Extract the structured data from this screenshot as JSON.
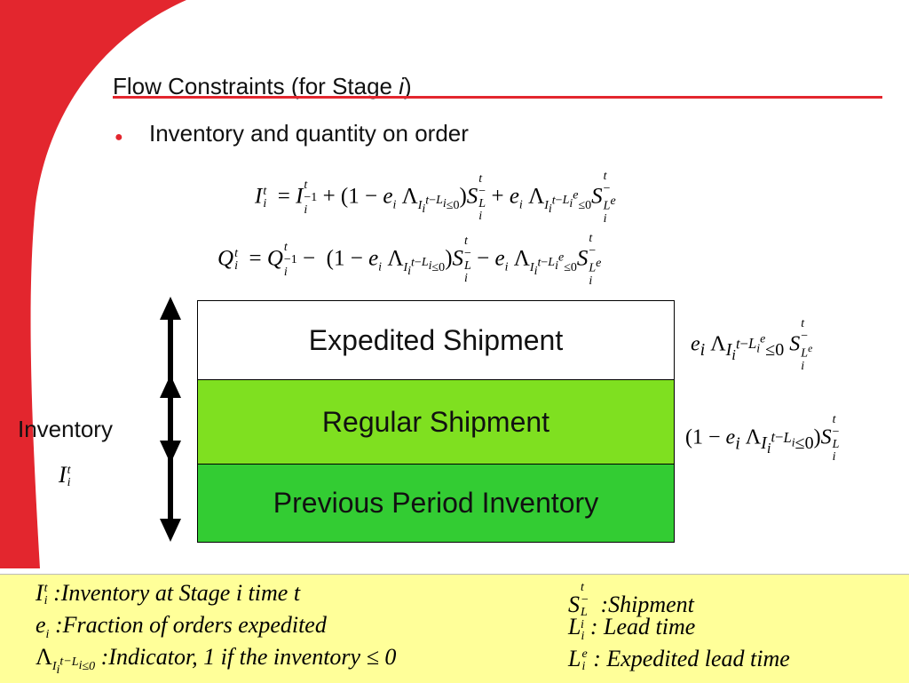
{
  "slide": {
    "title_main": "Flow Constraints (for Stage ",
    "title_var": "i",
    "title_close": ")",
    "bullet_text": "Inventory and quantity on order"
  },
  "equations": {
    "inventory": "I_i^t = I_i^{t-1} + (1 - e_i Λ_{I_i^{t-L_i} ≤ 0}) S_i^{t-L_i} + e_i Λ_{I_i^{t-L_i^e} ≤ 0} S_i^{t-L_i^e}",
    "on_order": "Q_i^t = Q_i^{t-1} - (1 - e_i Λ_{I_i^{t-L_i} ≤ 0}) S_i^{t-L_i} - e_i Λ_{I_i^{t-L_i^e} ≤ 0} S_i^{t-L_i^e}"
  },
  "blocks": {
    "expedited": "Expedited Shipment",
    "regular": "Regular Shipment",
    "previous": "Previous Period Inventory"
  },
  "inventory_label": "Inventory",
  "legend": {
    "inventory_def": ":Inventory at Stage i time t",
    "fraction_def": ":Fraction of orders expedited",
    "indicator_def": ":Indicator, 1 if the inventory ≤ 0",
    "shipment_def": ":Shipment",
    "lead_def": ": Lead time",
    "exp_lead_def": ": Expedited lead time"
  },
  "colors": {
    "accent_red": "#e3262e",
    "regular_green": "#7fe020",
    "previous_green": "#33cc33",
    "legend_bg": "#ffff99"
  }
}
